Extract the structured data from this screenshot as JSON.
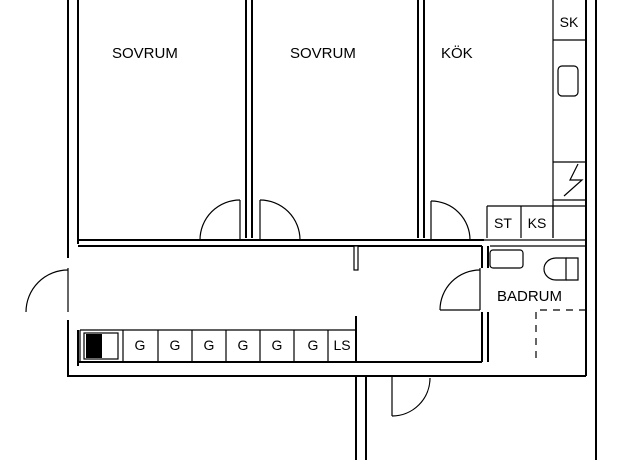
{
  "rooms": {
    "bedroom_1": "SOVRUM",
    "bedroom_2": "SOVRUM",
    "kitchen": "KÖK",
    "bathroom": "BADRUM"
  },
  "storage": {
    "sk": "SK",
    "st": "ST",
    "ks": "KS",
    "ls": "LS",
    "g_units": [
      "G",
      "G",
      "G",
      "G",
      "G",
      "G"
    ]
  }
}
